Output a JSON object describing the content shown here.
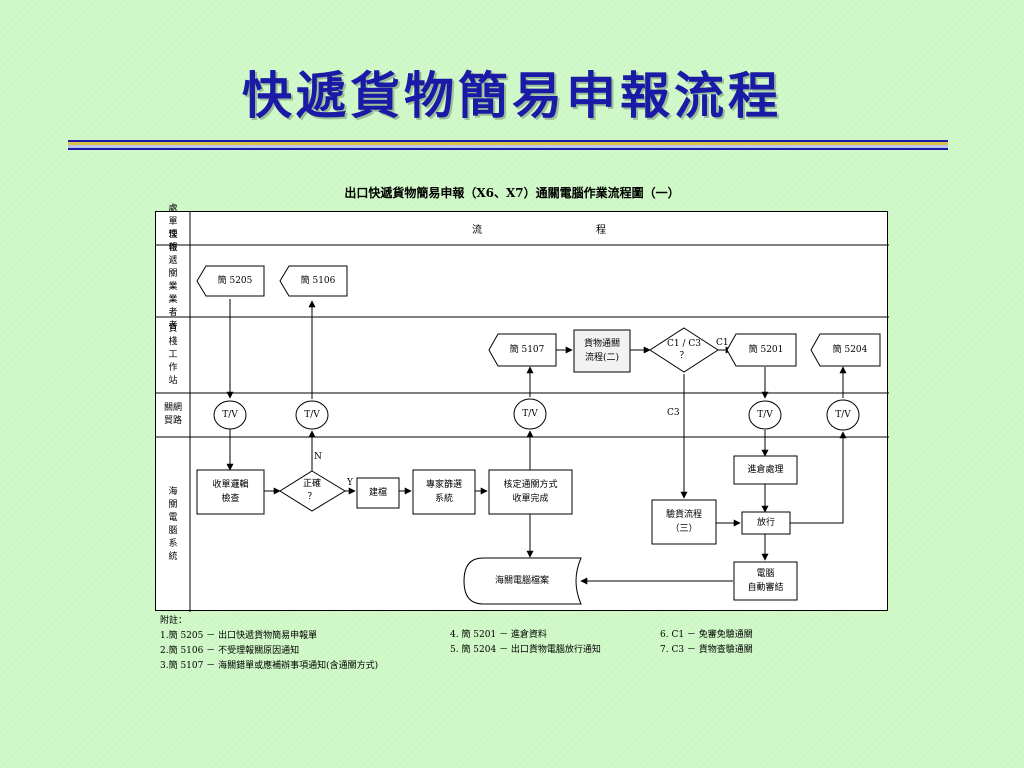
{
  "slide_title": "快遞貨物簡易申報流程",
  "rule_colors": [
    "#1a1aa6",
    "#d9c24a",
    "#b8c8e8",
    "#1a1aa6"
  ],
  "diagram_title": "出口快遞貨物簡易申報（X6、X7）通關電腦作業流程圖（一）",
  "header": {
    "unit": "處單理位",
    "flow_1": "流",
    "flow_2": "程"
  },
  "lanes": [
    "快報遞關業業者者",
    "貨棧工作站",
    "關網貿路",
    "海關電腦系統"
  ],
  "nodes": {
    "jian5205": "簡 5205",
    "jian5106": "簡 5106",
    "jian5107": "簡 5107",
    "cargo_proc": "貨物通關\n流程(二)",
    "c1c3": "C1 / C3\n？",
    "jian5201": "簡 5201",
    "jian5204": "簡 5204",
    "tv": "T/V",
    "receive_check": "收單邏輯\n檢查",
    "correct": "正確\n？",
    "file": "建檔",
    "expert": "專家篩選\n系統",
    "method": "核定通關方式\n收單完成",
    "warehouse": "進倉處理",
    "inspect": "驗貨流程\n（三）",
    "release": "放行",
    "db": "海關電腦檔案",
    "auto_close": "電腦\n自動審結"
  },
  "edge_labels": {
    "n": "N",
    "y": "Y",
    "c1": "C1",
    "c3": "C3"
  },
  "notes": {
    "heading": "附註：",
    "col1": [
      "1.簡 5205 － 出口快遞貨物簡易申報單",
      "2.簡 5106 － 不受理報關原因通知",
      "3.簡 5107 － 海關錯單或應補辦事項通知(含通關方式)"
    ],
    "col2": [
      "4.  簡 5201 － 進倉資料",
      "5.  簡 5204 － 出口貨物電腦放行通知"
    ],
    "col3": [
      "6. C1 － 免審免驗通關",
      "7. C3 － 貨物查驗通關"
    ]
  }
}
